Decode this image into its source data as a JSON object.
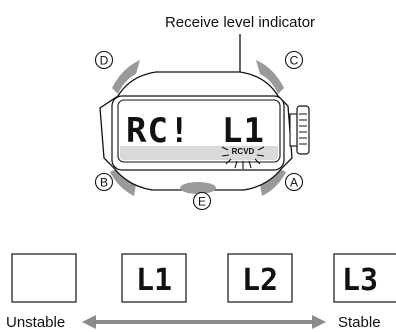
{
  "callout": {
    "label": "Receive level indicator"
  },
  "watch": {
    "buttons": {
      "d": "D",
      "c": "C",
      "b": "B",
      "a": "A",
      "e": "E"
    },
    "display": {
      "left_text": "RC!",
      "right_text": "L1",
      "signal_label": "RCVD"
    }
  },
  "levels": {
    "boxes": [
      {
        "label": ""
      },
      {
        "label": "L1"
      },
      {
        "label": "L2"
      },
      {
        "label": "L3"
      }
    ],
    "unstable_label": "Unstable",
    "stable_label": "Stable"
  },
  "colors": {
    "line": "#111111",
    "button_gray": "#9a9a9a",
    "arrow_gray": "#8a8a8a",
    "screen_shade": "#d0d0d0"
  }
}
